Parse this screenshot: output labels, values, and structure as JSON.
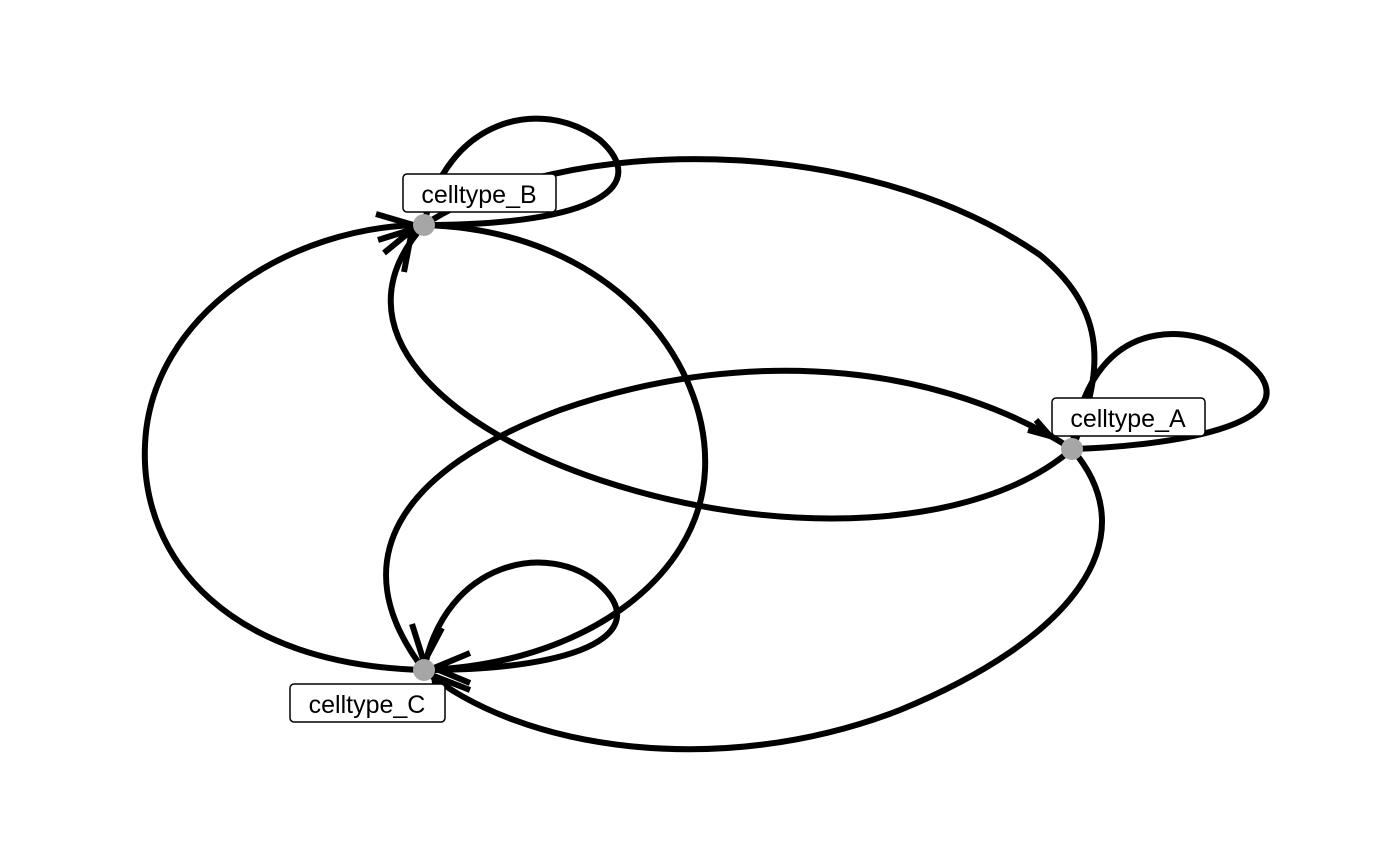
{
  "diagram": {
    "type": "directed-network",
    "nodes": [
      {
        "id": "A",
        "label": "celltype_A"
      },
      {
        "id": "B",
        "label": "celltype_B"
      },
      {
        "id": "C",
        "label": "celltype_C"
      }
    ],
    "edges": [
      {
        "from": "A",
        "to": "A"
      },
      {
        "from": "B",
        "to": "B"
      },
      {
        "from": "C",
        "to": "C"
      },
      {
        "from": "B",
        "to": "A"
      },
      {
        "from": "A",
        "to": "B"
      },
      {
        "from": "C",
        "to": "A"
      },
      {
        "from": "A",
        "to": "C"
      },
      {
        "from": "B",
        "to": "C"
      },
      {
        "from": "C",
        "to": "B"
      }
    ],
    "colors": {
      "edge": "#000000",
      "node": "#a6a6a6",
      "label_background": "#ffffff",
      "label_border": "#000000"
    }
  }
}
